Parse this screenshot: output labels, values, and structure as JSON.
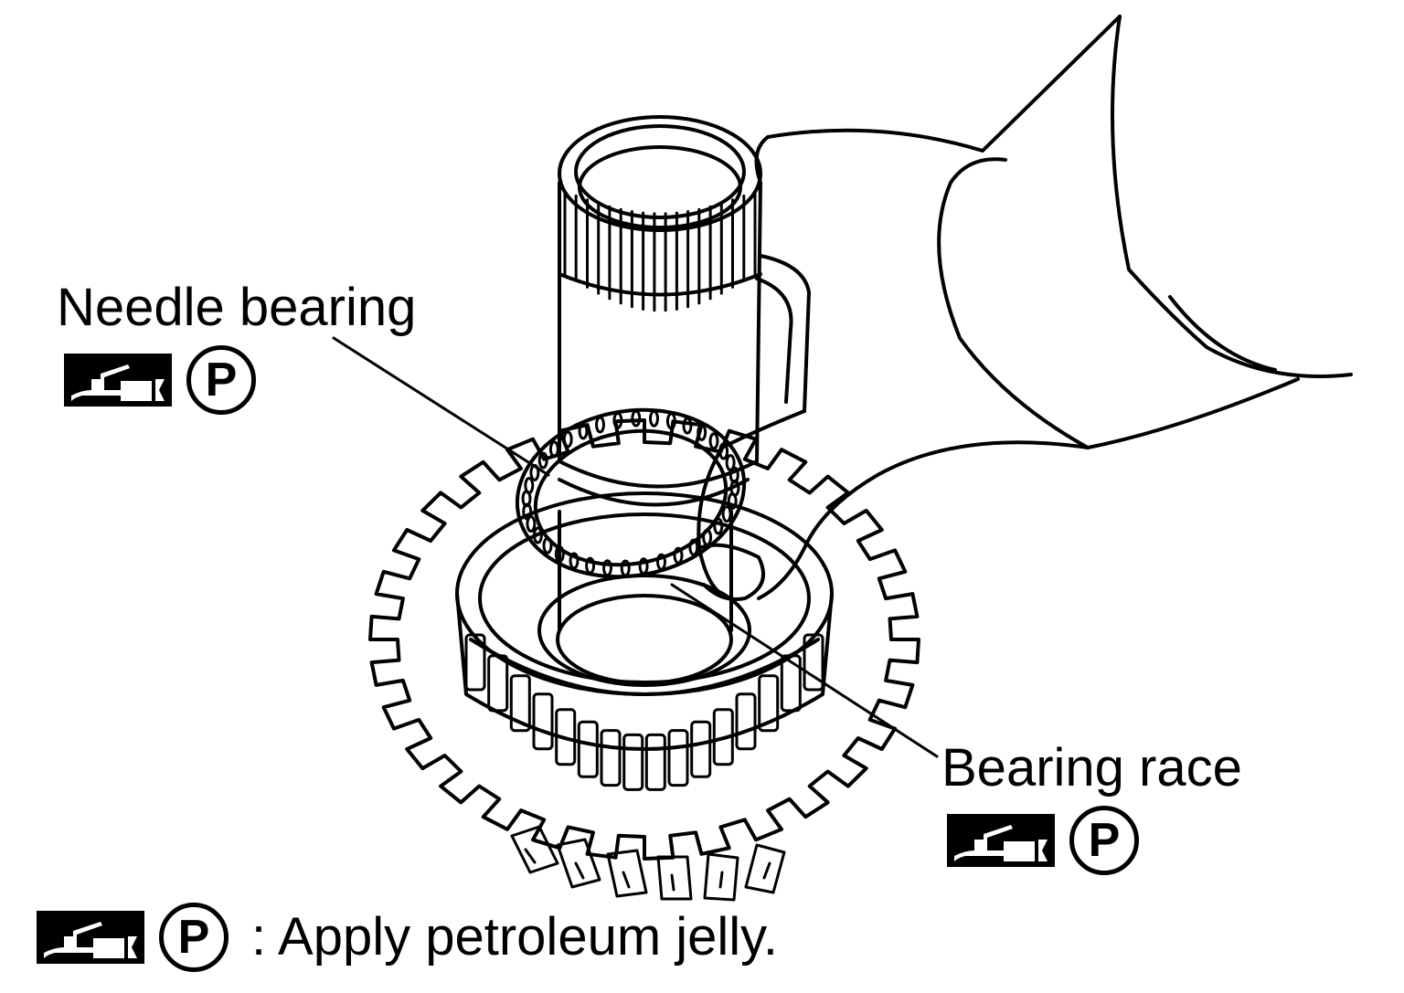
{
  "labels": {
    "needle_bearing": "Needle bearing",
    "bearing_race": "Bearing race"
  },
  "legend": {
    "symbol_letter": "P",
    "text": ": Apply petroleum jelly."
  },
  "icons": {
    "grease_tube": "grease-tube-icon",
    "petroleum_jelly": "p-circle-icon"
  },
  "colors": {
    "ink": "#000000",
    "background": "#ffffff"
  }
}
